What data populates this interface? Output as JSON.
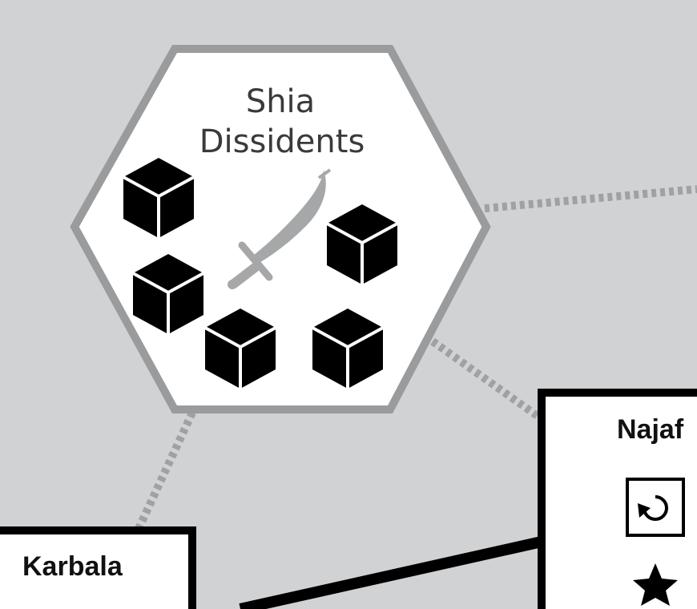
{
  "map": {
    "faction": {
      "name_line1": "Shia",
      "name_line2": "Dissidents",
      "icon": "scimitar-icon",
      "cube_count": 5
    },
    "cities": [
      {
        "name": "Karbala"
      },
      {
        "name": "Najaf",
        "icons": [
          "refresh-icon",
          "star-icon"
        ]
      }
    ],
    "colors": {
      "background": "#d1d2d4",
      "hex_border": "#9a9b9d",
      "hex_fill": "#ffffff",
      "cube": "#000000",
      "connection": "#a0a1a3",
      "city_border": "#000000"
    }
  }
}
